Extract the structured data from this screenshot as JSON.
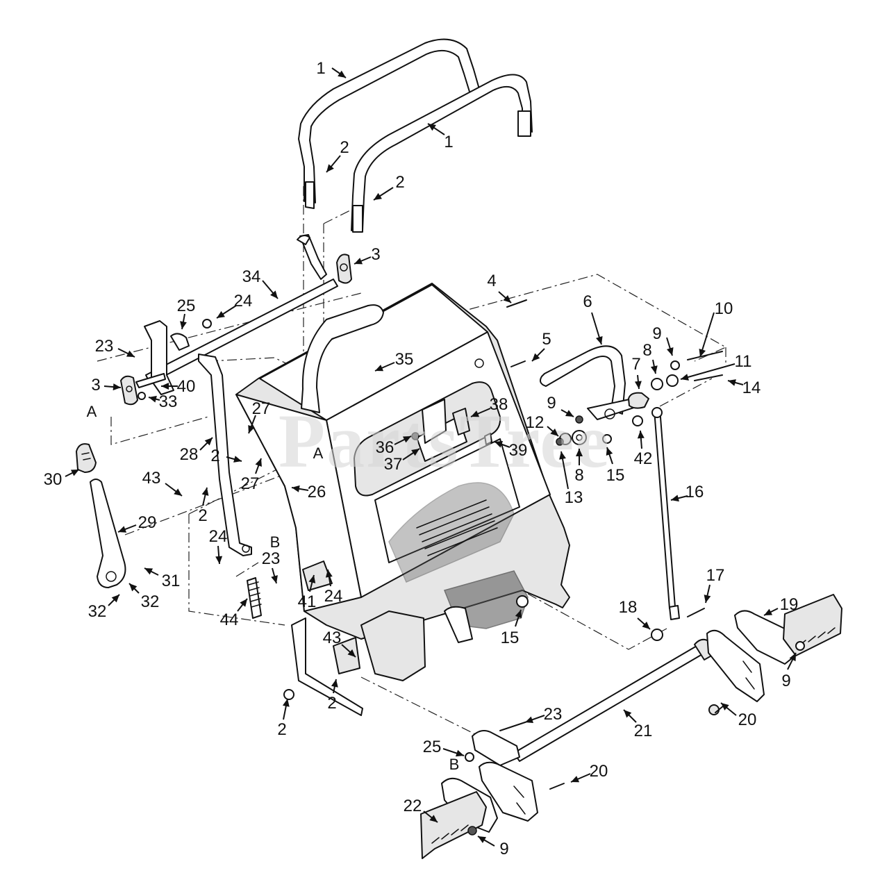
{
  "watermark": "PartsTree",
  "callouts": [
    {
      "id": "c1a",
      "label": "1"
    },
    {
      "id": "c1b",
      "label": "1"
    },
    {
      "id": "c2a",
      "label": "2"
    },
    {
      "id": "c2b",
      "label": "2"
    },
    {
      "id": "c3a",
      "label": "3"
    },
    {
      "id": "c34",
      "label": "34"
    },
    {
      "id": "c25a",
      "label": "25"
    },
    {
      "id": "c24a",
      "label": "24"
    },
    {
      "id": "c23a",
      "label": "23"
    },
    {
      "id": "c3b",
      "label": "3"
    },
    {
      "id": "c40",
      "label": "40"
    },
    {
      "id": "c33",
      "label": "33"
    },
    {
      "id": "cA1",
      "label": "A"
    },
    {
      "id": "c4",
      "label": "4"
    },
    {
      "id": "c5",
      "label": "5"
    },
    {
      "id": "c35",
      "label": "35"
    },
    {
      "id": "c6",
      "label": "6"
    },
    {
      "id": "c9a",
      "label": "9"
    },
    {
      "id": "c10",
      "label": "10"
    },
    {
      "id": "c8a",
      "label": "8"
    },
    {
      "id": "c11",
      "label": "11"
    },
    {
      "id": "c7",
      "label": "7"
    },
    {
      "id": "c14",
      "label": "14"
    },
    {
      "id": "c9b",
      "label": "9"
    },
    {
      "id": "c12",
      "label": "12"
    },
    {
      "id": "c38",
      "label": "38"
    },
    {
      "id": "c36",
      "label": "36"
    },
    {
      "id": "c37",
      "label": "37"
    },
    {
      "id": "c39",
      "label": "39"
    },
    {
      "id": "c8b",
      "label": "8"
    },
    {
      "id": "c13",
      "label": "13"
    },
    {
      "id": "c15a",
      "label": "15"
    },
    {
      "id": "c42",
      "label": "42"
    },
    {
      "id": "c16",
      "label": "16"
    },
    {
      "id": "c27a",
      "label": "27"
    },
    {
      "id": "c28",
      "label": "28"
    },
    {
      "id": "c2c",
      "label": "2"
    },
    {
      "id": "c27b",
      "label": "27"
    },
    {
      "id": "cA2",
      "label": "A"
    },
    {
      "id": "c30",
      "label": "30"
    },
    {
      "id": "c43a",
      "label": "43"
    },
    {
      "id": "c2d",
      "label": "2"
    },
    {
      "id": "c26",
      "label": "26"
    },
    {
      "id": "c29",
      "label": "29"
    },
    {
      "id": "c24b",
      "label": "24"
    },
    {
      "id": "cB1",
      "label": "B"
    },
    {
      "id": "c23b",
      "label": "23"
    },
    {
      "id": "c31",
      "label": "31"
    },
    {
      "id": "c32a",
      "label": "32"
    },
    {
      "id": "c32b",
      "label": "32"
    },
    {
      "id": "c41",
      "label": "41"
    },
    {
      "id": "c24c",
      "label": "24"
    },
    {
      "id": "c44",
      "label": "44"
    },
    {
      "id": "c17",
      "label": "17"
    },
    {
      "id": "c18",
      "label": "18"
    },
    {
      "id": "c19",
      "label": "19"
    },
    {
      "id": "c15b",
      "label": "15"
    },
    {
      "id": "c43b",
      "label": "43"
    },
    {
      "id": "c2e",
      "label": "2"
    },
    {
      "id": "c2f",
      "label": "2"
    },
    {
      "id": "c9c",
      "label": "9"
    },
    {
      "id": "c20a",
      "label": "20"
    },
    {
      "id": "c23c",
      "label": "23"
    },
    {
      "id": "c21",
      "label": "21"
    },
    {
      "id": "c25b",
      "label": "25"
    },
    {
      "id": "cB2",
      "label": "B"
    },
    {
      "id": "c20b",
      "label": "20"
    },
    {
      "id": "c22",
      "label": "22"
    },
    {
      "id": "c9d",
      "label": "9"
    }
  ]
}
